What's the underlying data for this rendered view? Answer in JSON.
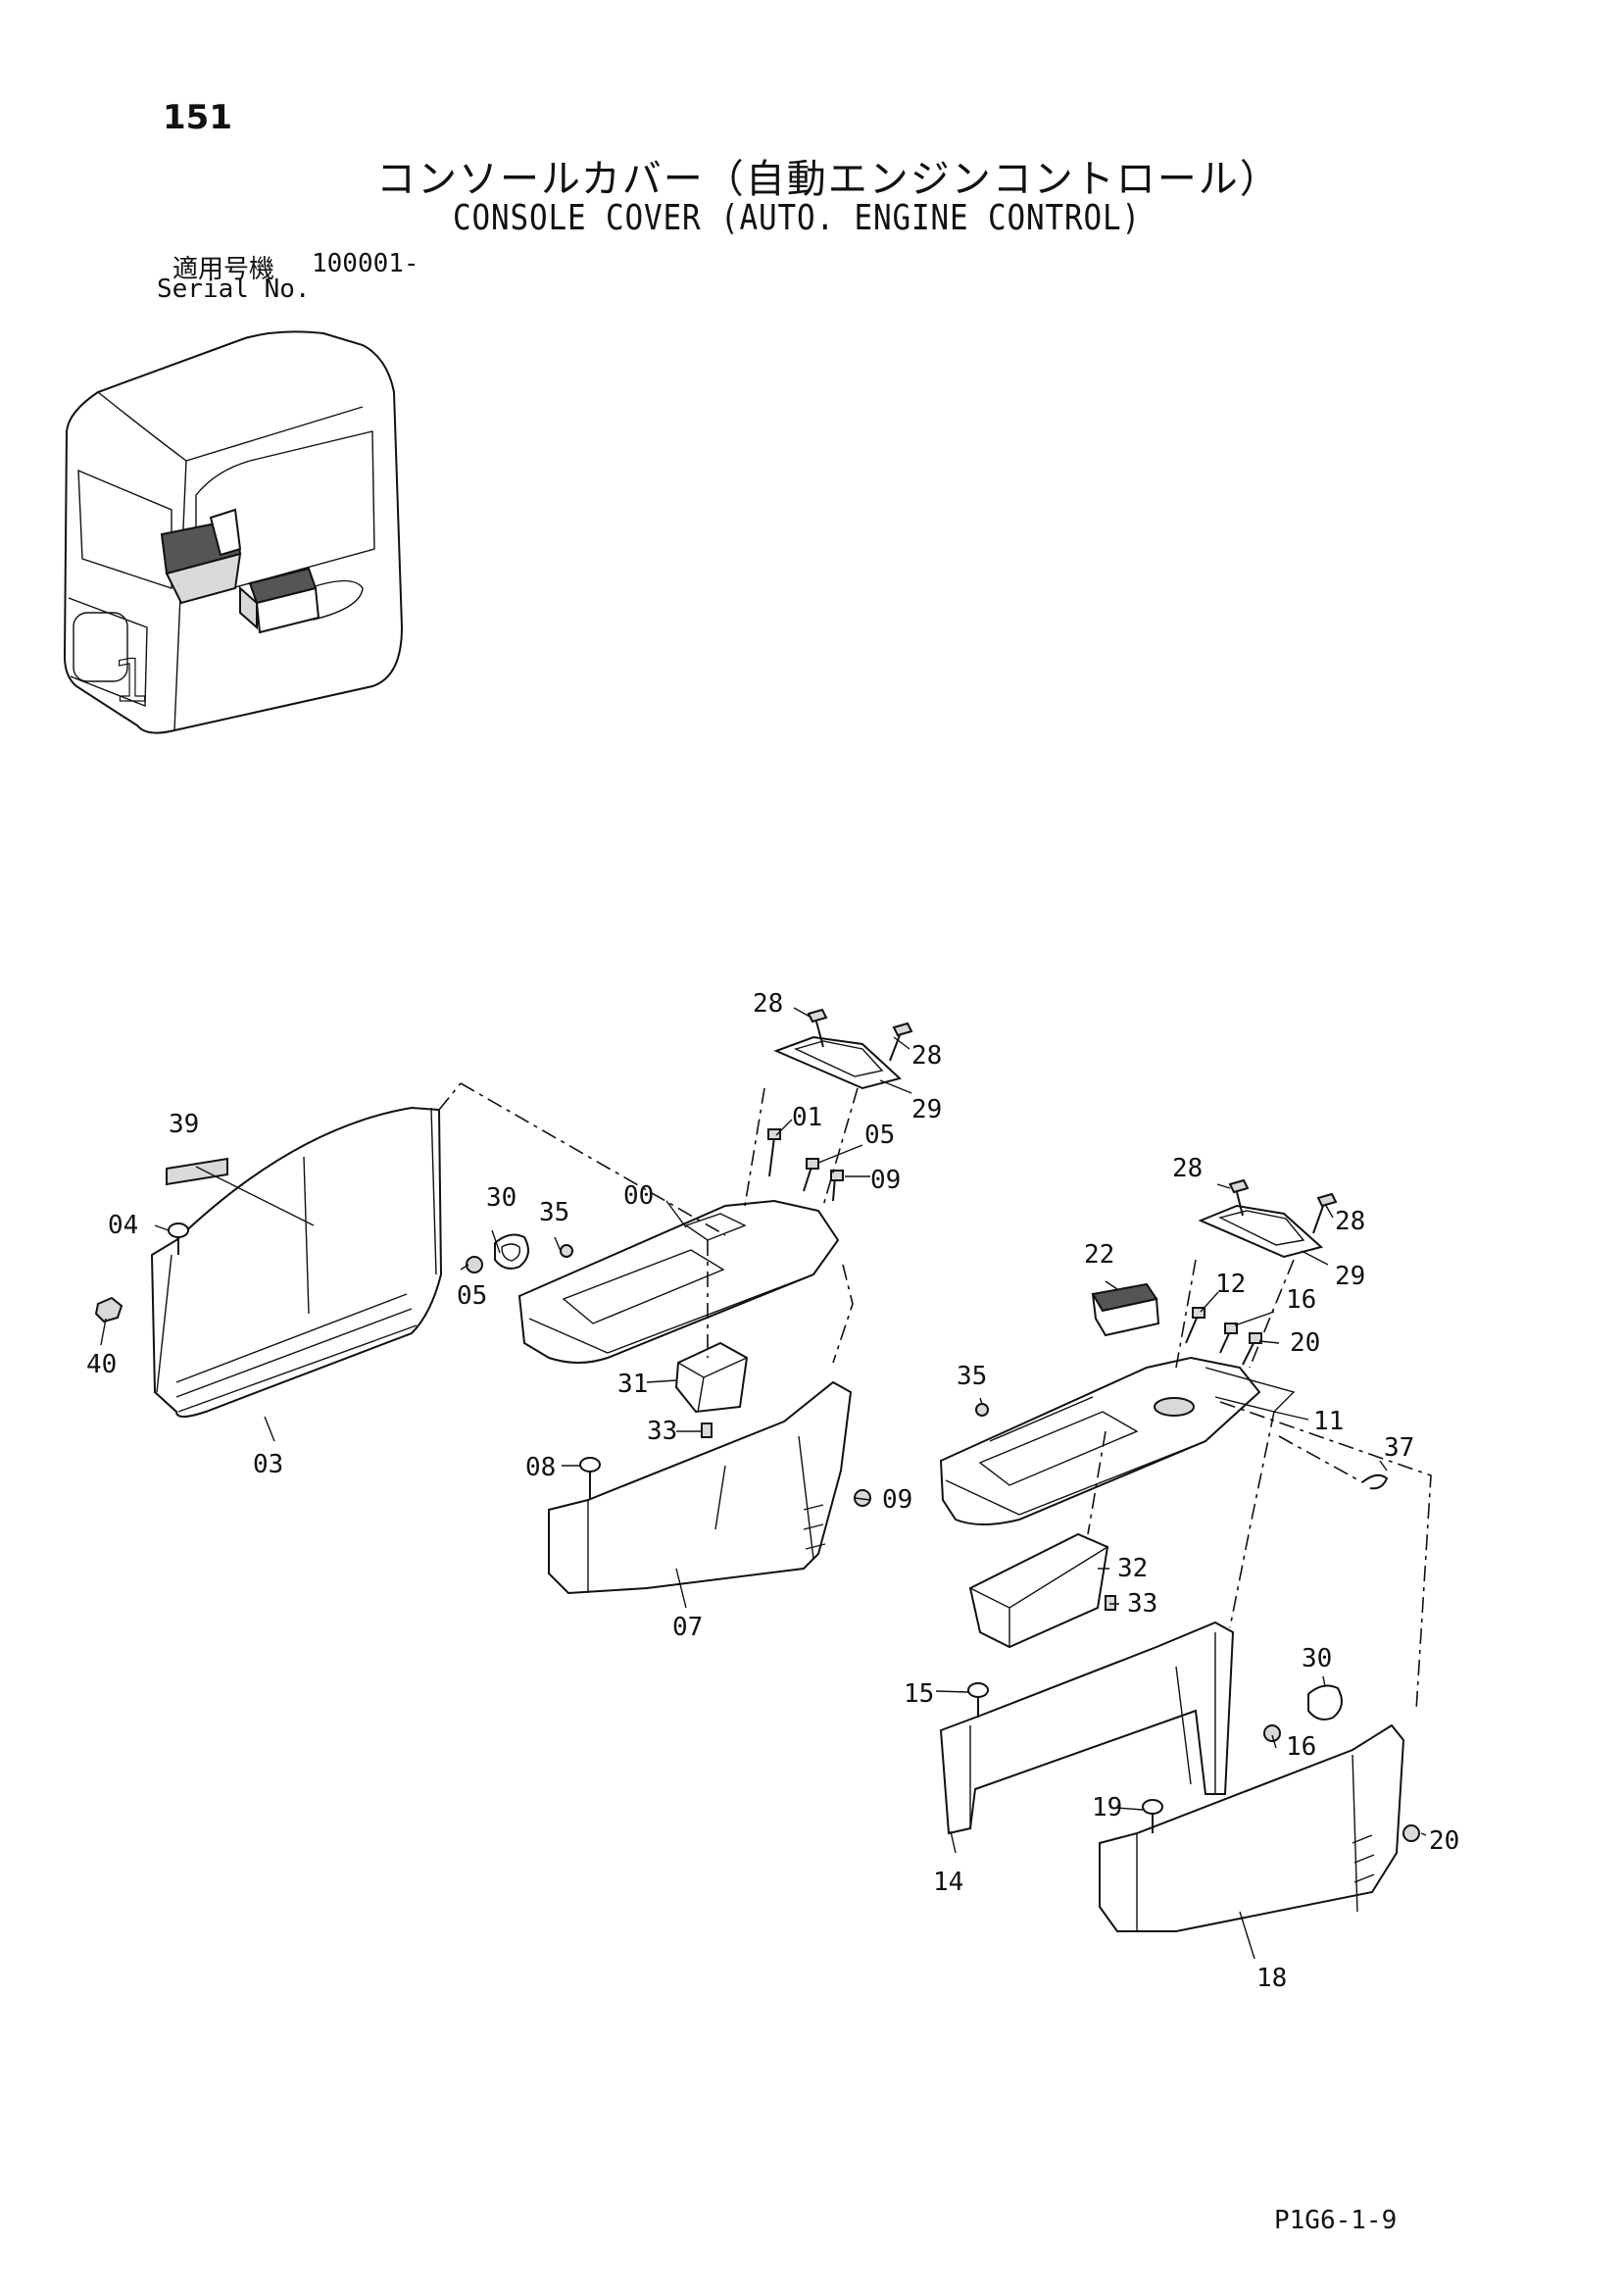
{
  "header": {
    "page_number": "151",
    "title_jp": "コンソールカバー（自動エンジンコントロール）",
    "title_en": "CONSOLE COVER (AUTO. ENGINE CONTROL)",
    "serial_label_jp": "適用号機",
    "serial_value": "100001-",
    "serial_label_en": "Serial No."
  },
  "footer": {
    "doc_code": "P1G6-1-9"
  },
  "part_labels": {
    "p00": "00",
    "p01": "01",
    "p03": "03",
    "p04": "04",
    "p05a": "05",
    "p05b": "05",
    "p07": "07",
    "p08": "08",
    "p09a": "09",
    "p09b": "09",
    "p11": "11",
    "p12": "12",
    "p14": "14",
    "p15": "15",
    "p16a": "16",
    "p16b": "16",
    "p18": "18",
    "p19": "19",
    "p20a": "20",
    "p20b": "20",
    "p22": "22",
    "p28a": "28",
    "p28b": "28",
    "p28c": "28",
    "p28d": "28",
    "p29a": "29",
    "p29b": "29",
    "p30a": "30",
    "p30b": "30",
    "p31": "31",
    "p32": "32",
    "p33a": "33",
    "p33b": "33",
    "p35a": "35",
    "p35b": "35",
    "p37": "37",
    "p39": "39",
    "p40": "40"
  }
}
